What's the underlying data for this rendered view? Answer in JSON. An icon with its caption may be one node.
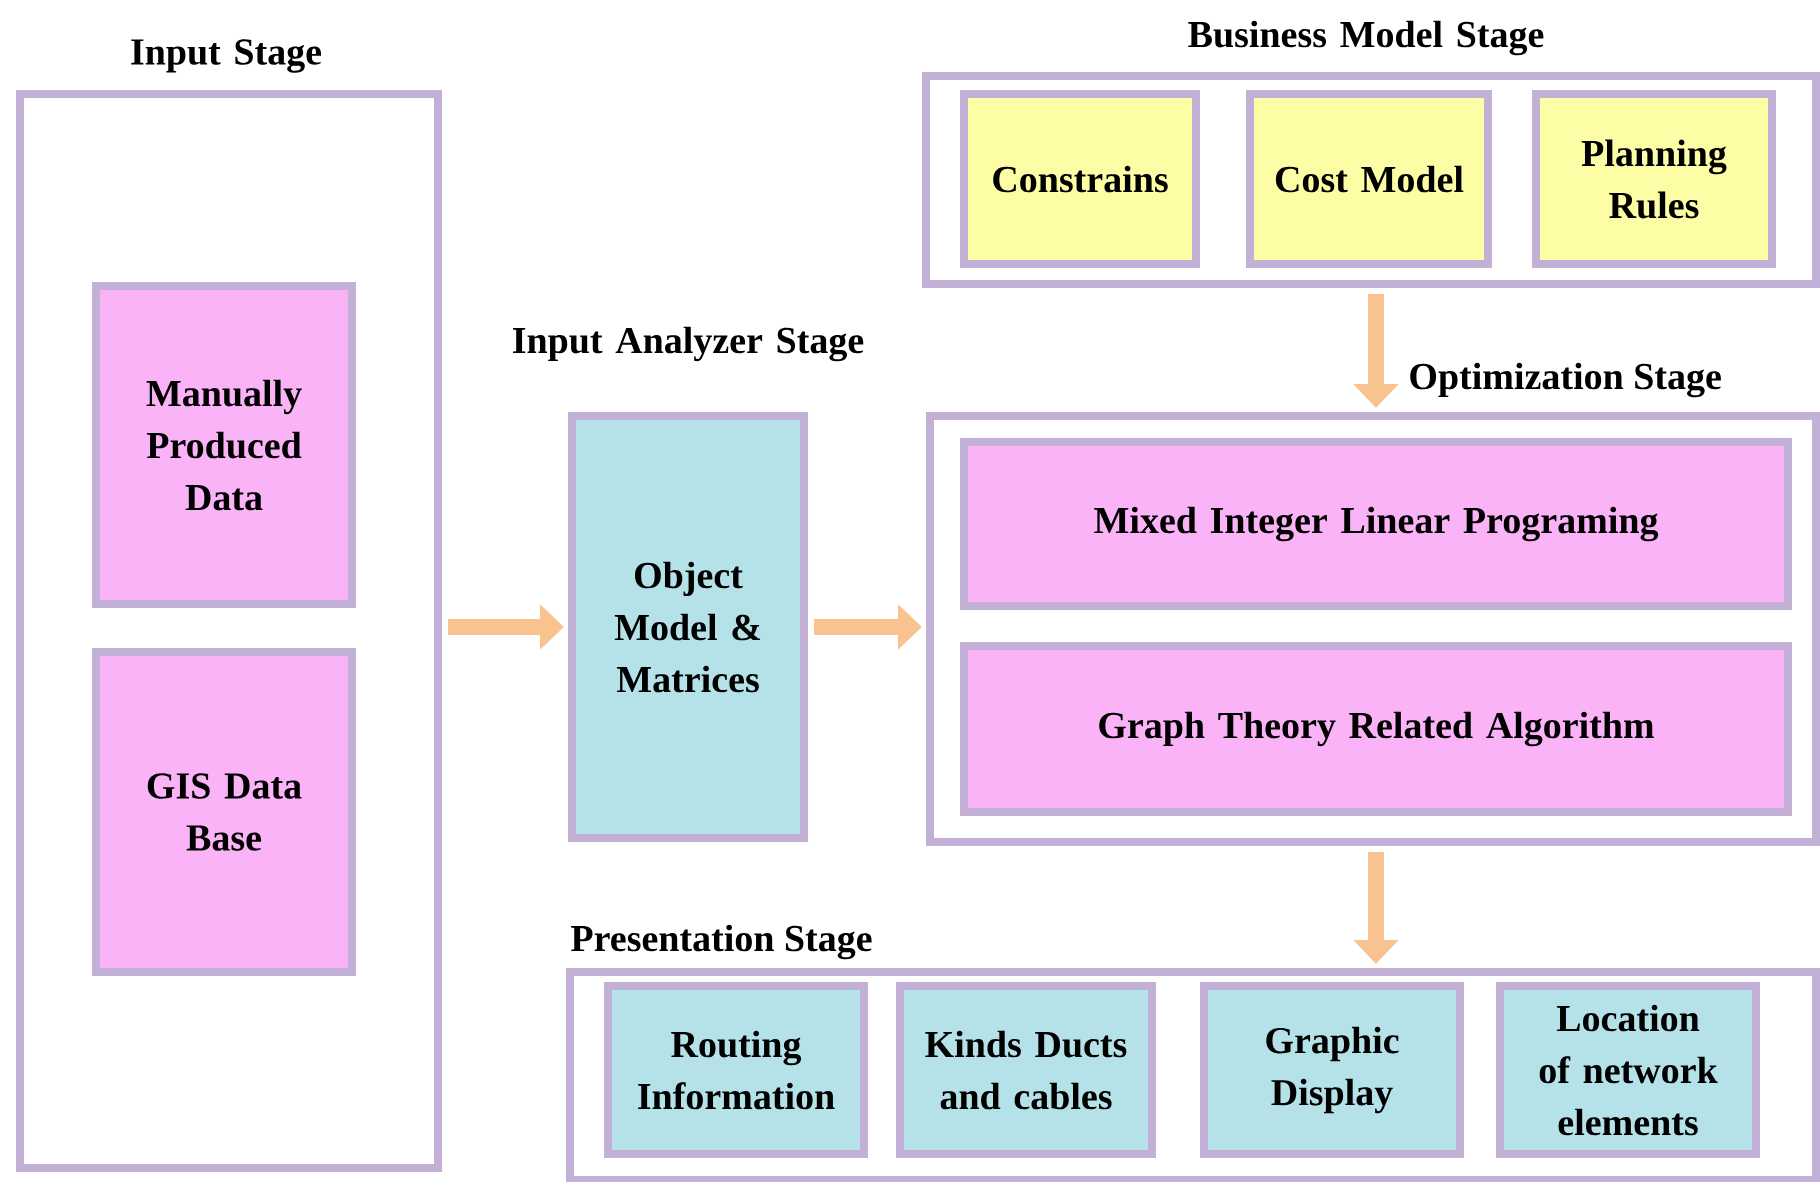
{
  "diagram": {
    "nodes": [
      {
        "text": [
          "Input Stage"
        ]
      },
      {
        "text": [
          "Manually Produced Data"
        ],
        "in": 0
      },
      {
        "text": [
          "GIS Data Base"
        ],
        "in": 0
      },
      {
        "text": [
          "Input Analyzer Stage",
          "Object Model & Matrices"
        ]
      },
      {
        "text": [
          "Business Model Stage"
        ]
      },
      {
        "text": [
          "Constrains"
        ],
        "in": 4
      },
      {
        "text": [
          "Cost Model"
        ],
        "in": 4
      },
      {
        "text": [
          "Planning Rules"
        ],
        "in": 4
      },
      {
        "text": [
          "Optimization Stage"
        ]
      },
      {
        "text": [
          "Mixed Integer Linear Programing"
        ],
        "in": 8
      },
      {
        "text": [
          "Graph Theory Related Algorithm"
        ],
        "in": 8
      },
      {
        "text": [
          "Presentation Stage"
        ]
      },
      {
        "text": [
          "Routing Information"
        ],
        "in": 11
      },
      {
        "text": [
          "Kinds Ducts and cables"
        ],
        "in": 11
      },
      {
        "text": [
          "Graphic Display"
        ],
        "in": 11
      },
      {
        "text": [
          "Location of network elements"
        ],
        "in": 11
      }
    ],
    "edges": [
      {
        "from": 0,
        "to": 3,
        "arrow": "to"
      },
      {
        "from": 3,
        "to": 8,
        "arrow": "to"
      },
      {
        "from": 4,
        "to": 8,
        "arrow": "to"
      },
      {
        "from": 8,
        "to": 11,
        "arrow": "to"
      }
    ]
  }
}
